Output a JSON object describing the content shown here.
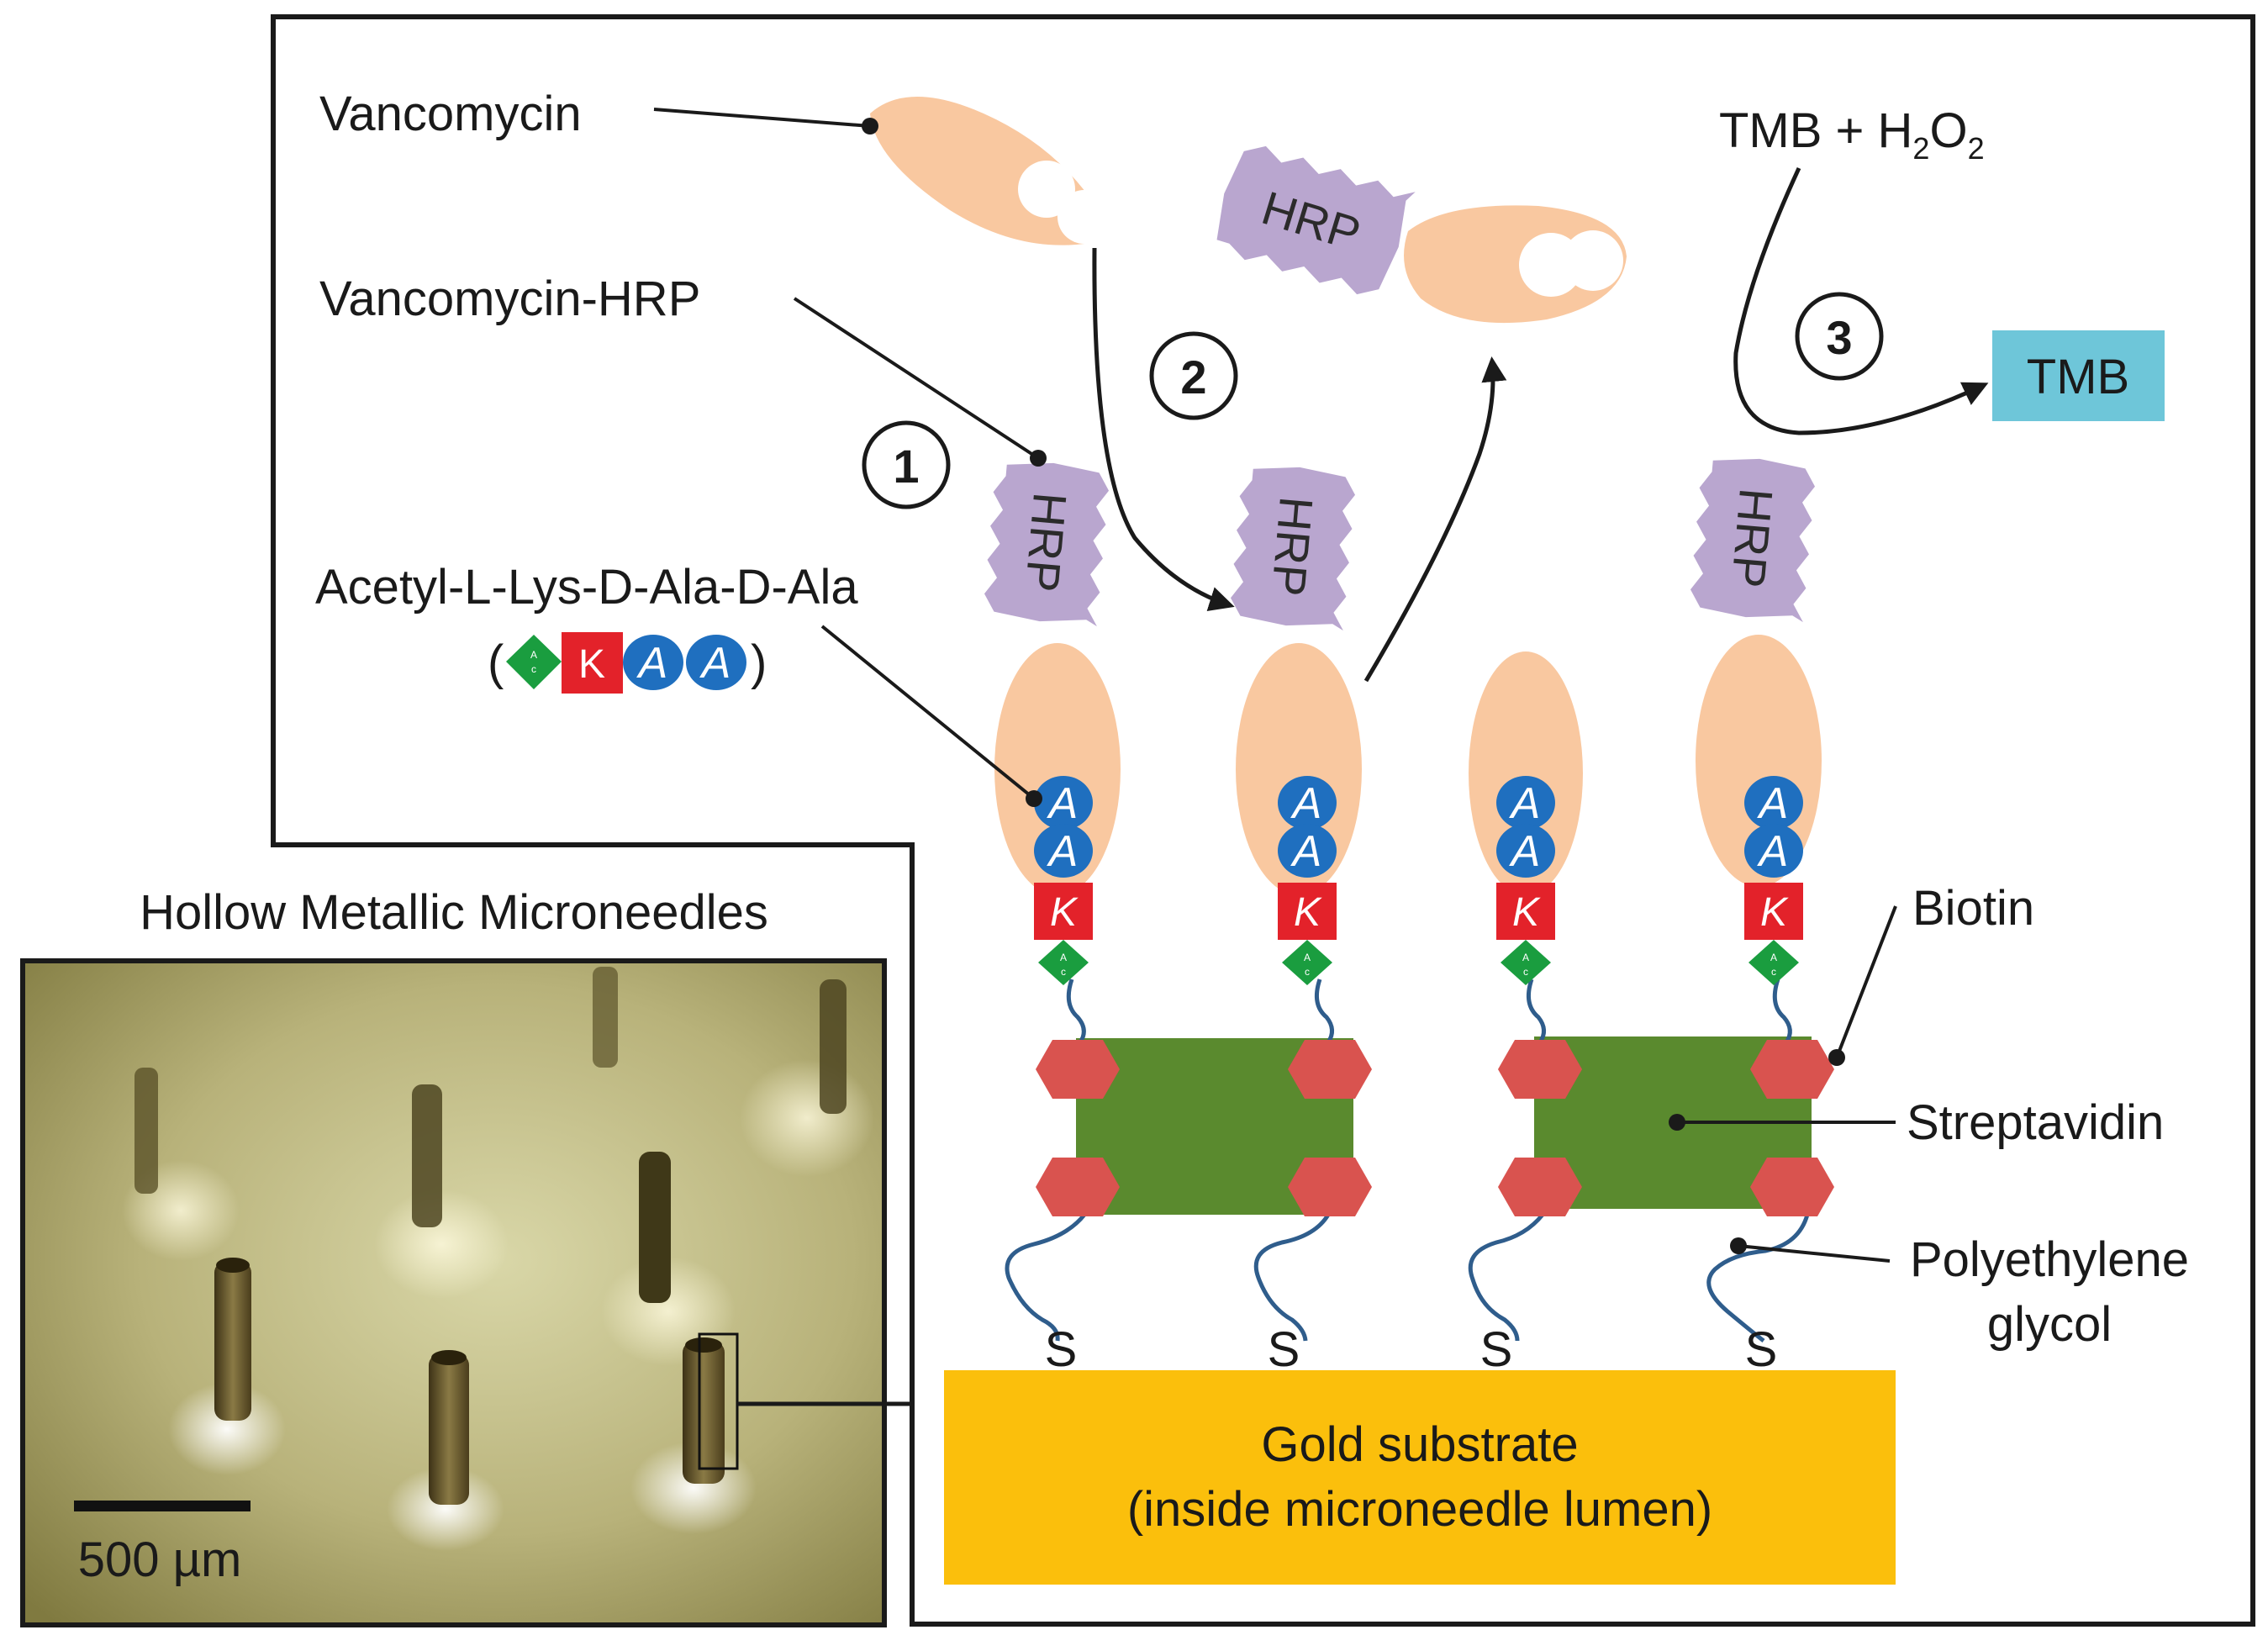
{
  "labels": {
    "vancomycin": "Vancomycin",
    "vancomycin_hrp": "Vancomycin-HRP",
    "peptide": "Acetyl-L-Lys-D-Ala-D-Ala",
    "peptide_open": "(",
    "peptide_close": ")",
    "tmb_h2o2_prefix": "TMB + H",
    "tmb_h2o2_sub1": "2",
    "tmb_h2o2_o": "O",
    "tmb_h2o2_sub2": "2",
    "tmb_product": "TMB",
    "biotin": "Biotin",
    "streptavidin": "Streptavidin",
    "peg_line1": "Polyethylene",
    "peg_line2": "glycol",
    "substrate_line1": "Gold substrate",
    "substrate_line2": "(inside microneedle lumen)",
    "photo_title": "Hollow Metallic Microneedles",
    "scale_bar": "500 µm"
  },
  "molecule": {
    "hrp": "HRP",
    "ala": "A",
    "lys": "K",
    "acetyl_top": "A",
    "acetyl_bottom": "c",
    "sulfur": "S"
  },
  "steps": [
    "1",
    "2",
    "3"
  ],
  "colors": {
    "vancomycin": "#f9c8a0",
    "hrp": "#b9a6cf",
    "ala": "#1f6fbf",
    "lys": "#e3222a",
    "acetyl": "#1a9d3f",
    "biotin": "#d9534f",
    "streptavidin": "#5a8a2e",
    "peg": "#2f5d8c",
    "gold": "#fbbf0c",
    "tmb": "#6ec6d9"
  }
}
